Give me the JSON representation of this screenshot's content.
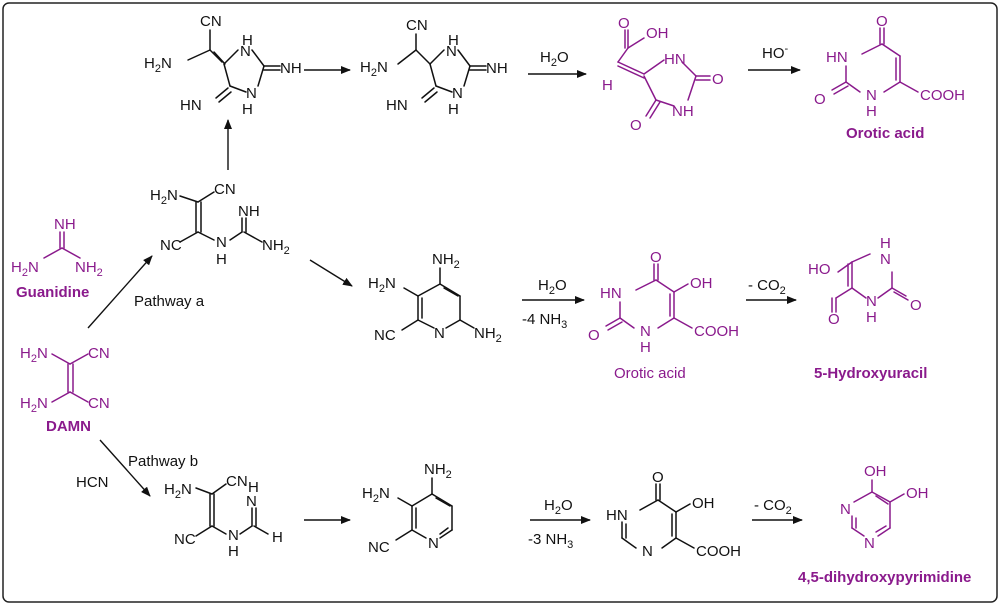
{
  "compounds": {
    "guanidine": "Guanidine",
    "damn": "DAMN",
    "orotic_top": "Orotic acid",
    "orotic_mid": "Orotic acid",
    "hydroxyuracil": "5-Hydroxyuracil",
    "dihydroxypyrimidine": "4,5-dihydroxypyrimidine"
  },
  "pathways": {
    "a": "Pathway a",
    "b": "Pathway b"
  },
  "reagents": {
    "water": "H",
    "water_o": "O",
    "two": "2",
    "three": "3",
    "hydroxide": "HO",
    "minus": "-",
    "minus_co2": "- CO",
    "minus4nh3": "-4 NH",
    "minus3nh3": "-3 NH",
    "hcn": "HCN"
  },
  "atoms": {
    "CN": "CN",
    "NC": "NC",
    "NH": "NH",
    "HN": "HN",
    "H2N": "H",
    "NH2": "NH",
    "N": "N",
    "H": "H",
    "O": "O",
    "OH": "OH",
    "HO": "HO",
    "COOH": "COOH",
    "sub2": "2",
    "H_plain": "H",
    "N_H2": "N"
  }
}
